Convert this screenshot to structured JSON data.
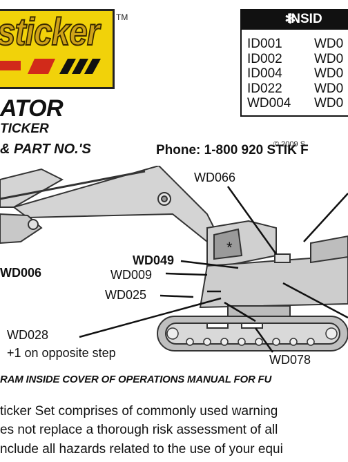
{
  "logo": {
    "text_a": "sticker",
    "tm": "TM"
  },
  "title": {
    "line1": "ATOR",
    "line2": "TICKER",
    "line3": "& PART NO.'S"
  },
  "inside": {
    "header": "INSID",
    "col1": [
      "ID001",
      "ID002",
      "ID004",
      "ID022",
      "WD004"
    ],
    "col2": [
      "WD0",
      "WD0",
      "WD0",
      "WD0",
      "WD0"
    ]
  },
  "copyright": "© 2009 S",
  "phone": "Phone: 1-800 920 STIK   F",
  "diagram": {
    "wd066": "WD066",
    "wd049": "WD049",
    "wd009": "WD009",
    "wd025": "WD025",
    "wd006": "WD006",
    "wd028": "WD028",
    "opposite": "+1 on opposite step",
    "wd078": "WD078"
  },
  "cover_note": "RAM INSIDE COVER OF OPERATIONS MANUAL FOR FU",
  "body": [
    "ticker Set comprises of commonly used warning",
    "es not replace a thorough risk assessment of all",
    "nclude all hazards related to the use of your equi"
  ]
}
